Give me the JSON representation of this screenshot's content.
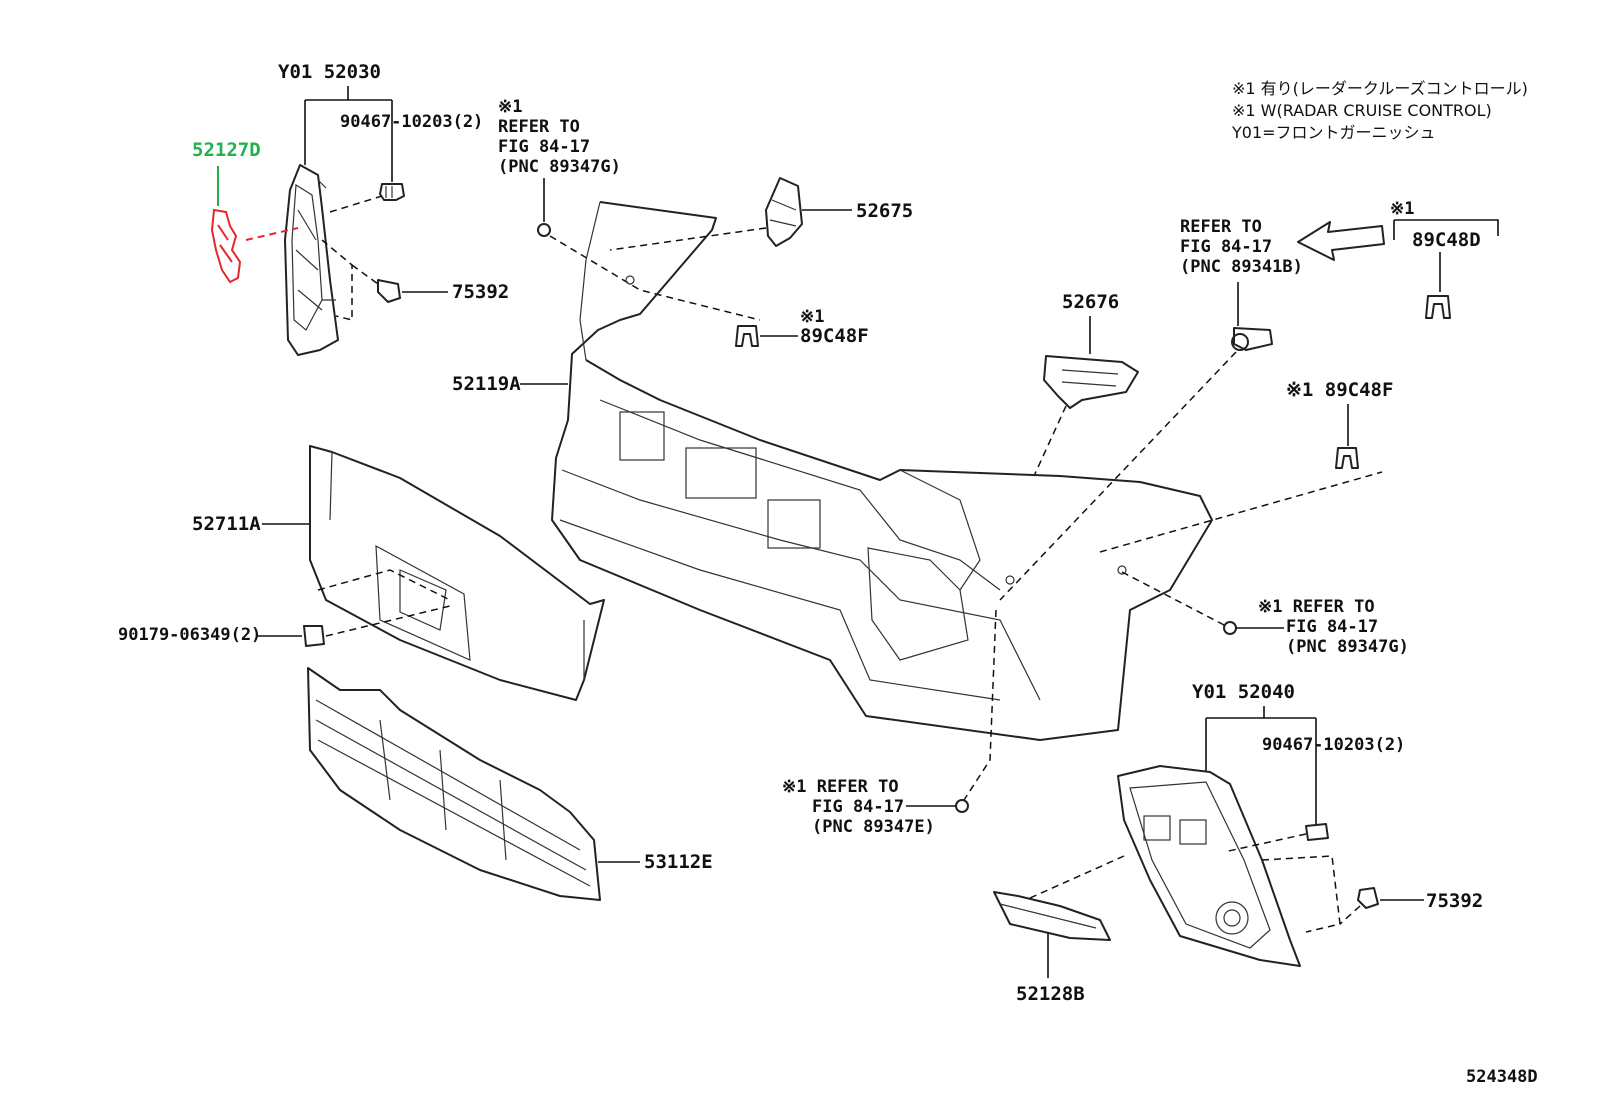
{
  "notes": {
    "line1": "※1 有り(レーダークルーズコントロール)",
    "line2": "※1 W(RADAR CRUISE CONTROL)",
    "line3": "Y01=フロントガーニッシュ"
  },
  "colors": {
    "highlight_label": "#22b14c",
    "highlight_part": "#e8262a",
    "line": "#111111"
  },
  "labels": {
    "y01_52030": "Y01 52030",
    "p52127d": "52127D",
    "p90467_top": "90467-10203(2)",
    "p75392_top": "75392",
    "ref_a_star": "※1",
    "ref_a_1": "REFER TO",
    "ref_a_2": "FIG 84-17",
    "ref_a_3": "(PNC 89347G)",
    "p52675": "52675",
    "ref_b_1": "REFER TO",
    "ref_b_2": "FIG 84-17",
    "ref_b_3": "(PNC 89341B)",
    "star_89c48d": "※1",
    "p89c48d": "89C48D",
    "star_89c48f_a": "※1",
    "p89c48f_a": "89C48F",
    "p52676": "52676",
    "p52119a": "52119A",
    "p89c48f_b": "※1 89C48F",
    "p52711a": "52711A",
    "ref_c_1": "※1 REFER TO",
    "ref_c_2": "FIG 84-17",
    "ref_c_3": "(PNC 89347G)",
    "p90179": "90179-06349(2)",
    "y01_52040": "Y01 52040",
    "p90467_bot": "90467-10203(2)",
    "ref_d_1": "※1 REFER TO",
    "ref_d_2": "FIG 84-17",
    "ref_d_3": "(PNC 89347E)",
    "p53112e": "53112E",
    "p75392_bot": "75392",
    "p52128b": "52128B",
    "figure_id": "524348D"
  }
}
